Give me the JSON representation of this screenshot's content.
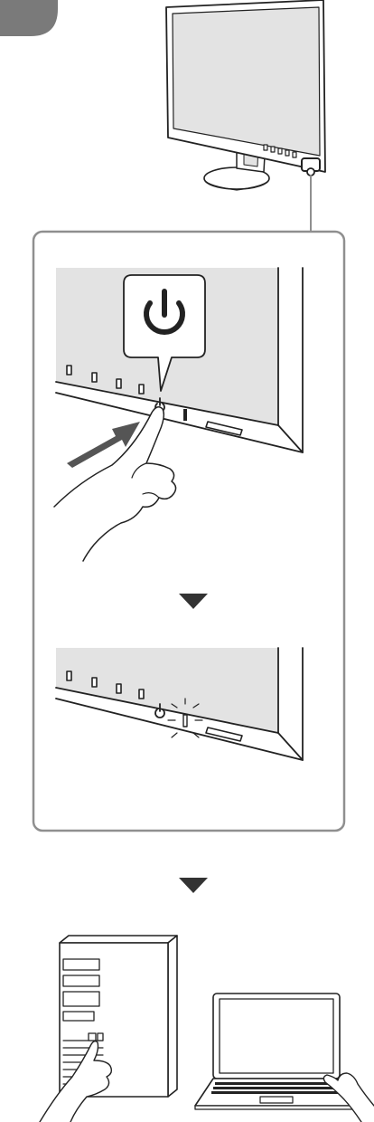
{
  "colors": {
    "stroke": "#222222",
    "screen": "#e3e3e3",
    "panel_border": "#8f8f8f",
    "tab": "#7a7a7a",
    "arrow": "#333333",
    "press_arrow": "#555555"
  },
  "icons": {
    "power": "power-icon",
    "step_arrow": "triangle-down-icon",
    "press_arrow": "arrow-right-icon"
  },
  "steps": [
    {
      "id": "monitor-overview"
    },
    {
      "id": "press-power-button"
    },
    {
      "id": "power-indicator-on"
    },
    {
      "id": "turn-on-computer"
    }
  ]
}
